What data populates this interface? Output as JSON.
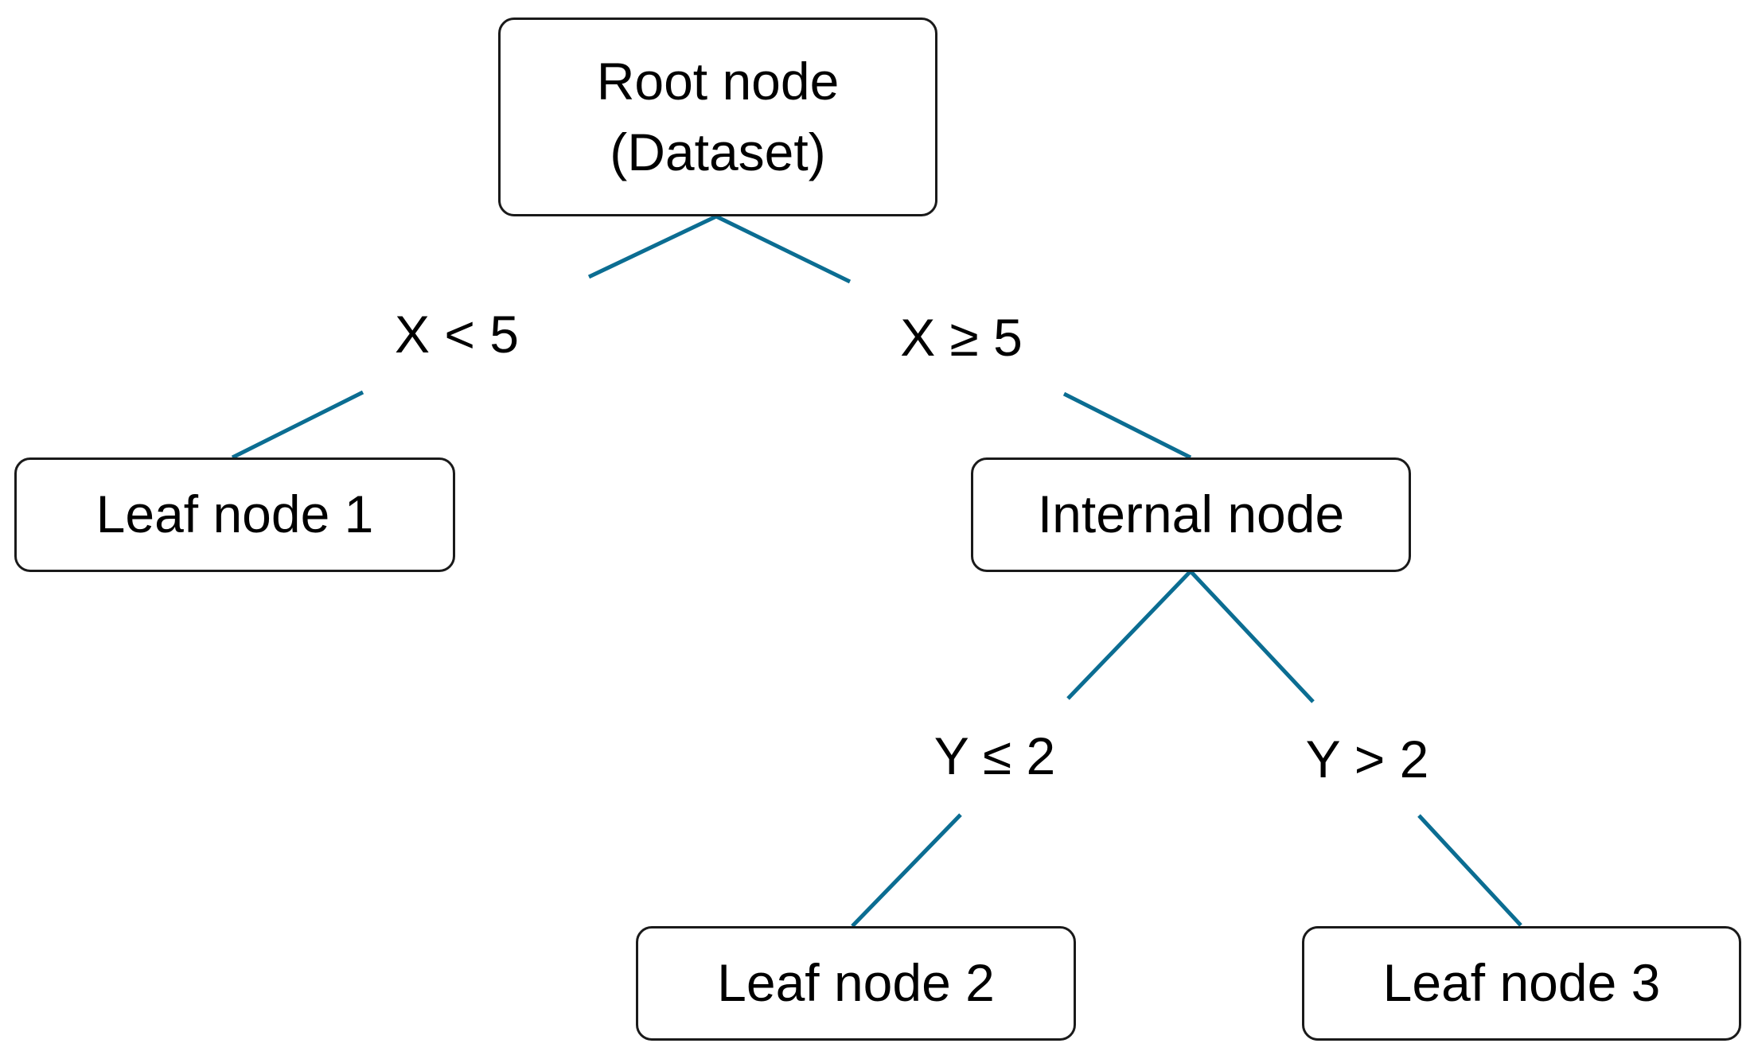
{
  "colors": {
    "edge": "#0b6d92",
    "node_border": "#1a1a1a",
    "text": "#000000",
    "background": "#ffffff"
  },
  "nodes": {
    "root": {
      "line1": "Root node",
      "line2": "(Dataset)"
    },
    "leaf1": {
      "label": "Leaf node 1"
    },
    "internal": {
      "label": "Internal node"
    },
    "leaf2": {
      "label": "Leaf node 2"
    },
    "leaf3": {
      "label": "Leaf node 3"
    }
  },
  "edges": {
    "root_left": {
      "condition": "X < 5"
    },
    "root_right": {
      "condition": "X ≥ 5"
    },
    "internal_left": {
      "condition": "Y ≤ 2"
    },
    "internal_right": {
      "condition": "Y > 2"
    }
  }
}
